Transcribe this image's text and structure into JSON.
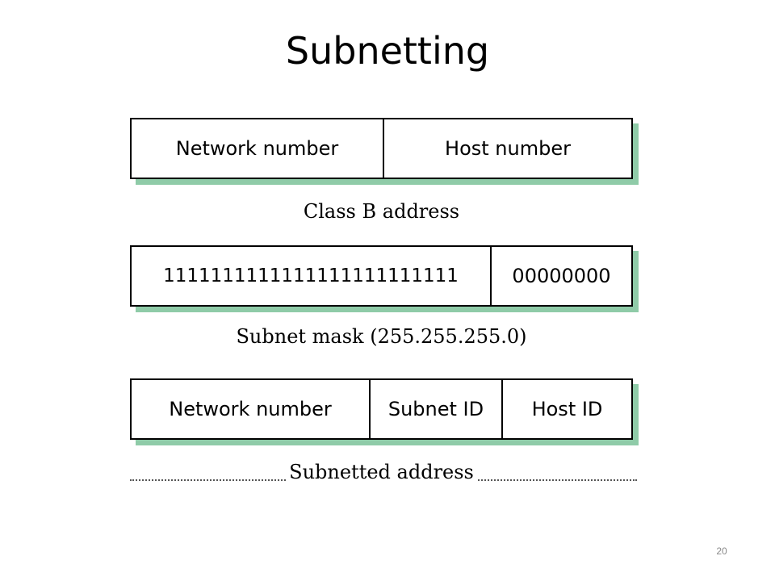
{
  "slide": {
    "title": "Subnetting",
    "page_number": "20"
  },
  "diagram": {
    "class_b": {
      "fields": [
        "Network number",
        "Host number"
      ],
      "caption": "Class B address"
    },
    "subnet_mask": {
      "fields": [
        "1111111111111111111111111",
        "00000000"
      ],
      "caption": "Subnet mask (255.255.255.0)"
    },
    "subnetted": {
      "fields": [
        "Network number",
        "Subnet ID",
        "Host ID"
      ],
      "caption": "Subnetted address"
    },
    "colors": {
      "box_border": "#000000",
      "box_shadow": "#8fcba8",
      "text": "#000000",
      "page_number": "#8a8a8a"
    }
  }
}
